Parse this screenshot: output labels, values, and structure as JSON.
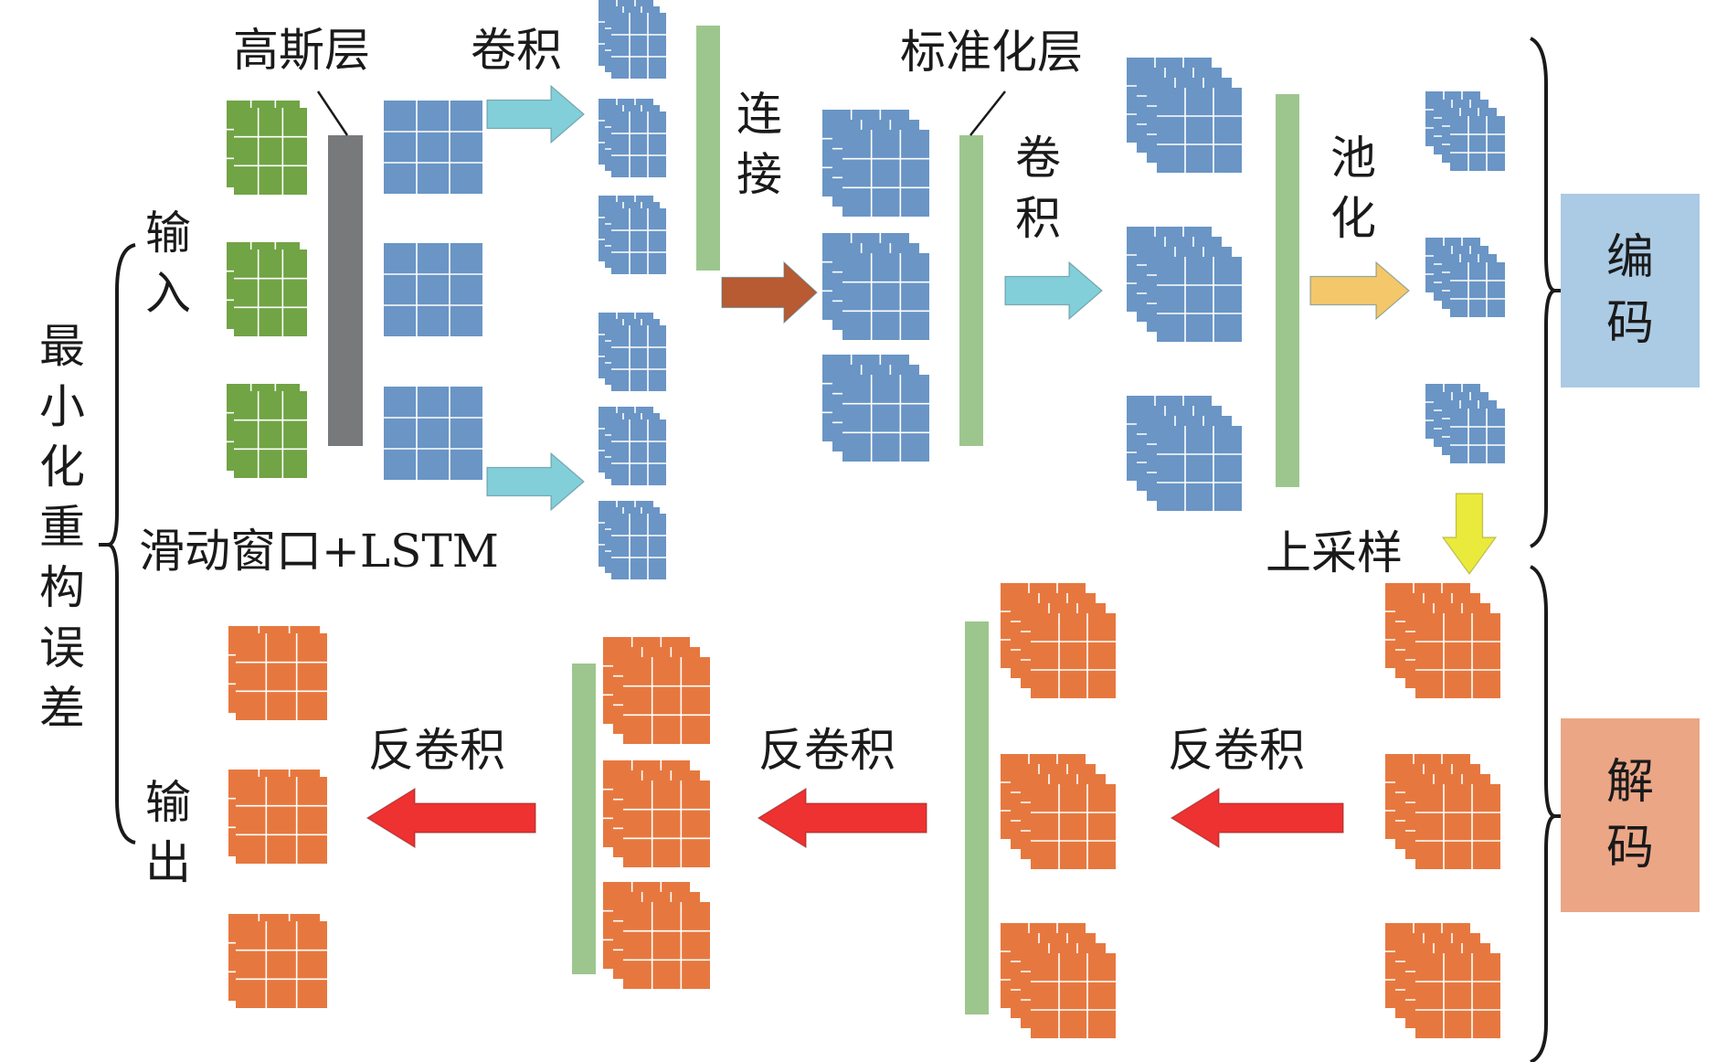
{
  "labels": {
    "gaussian_layer": "高斯层",
    "conv_top": "卷积",
    "concat": "连接",
    "norm_layer": "标准化层",
    "conv_mid": "卷积",
    "pool": "池化",
    "input": "输入",
    "minimize": "最小化重构误差",
    "sliding_lstm": "滑动窗口+LSTM",
    "upsample": "上采样",
    "deconv_1": "反卷积",
    "deconv_2": "反卷积",
    "deconv_3": "反卷积",
    "output": "输出",
    "encode": "编码",
    "decode": "解码"
  },
  "colors": {
    "green": "#70a444",
    "blue": "#6a95c5",
    "orange": "#e6783f",
    "gray_bar": "#78797b",
    "green_bar": "#9dc68e",
    "encode_box": "#abcae4",
    "decode_box": "#eba686",
    "arrow_cyan": "#82cfd9",
    "arrow_brown": "#b85a32",
    "arrow_orange": "#f4c76a",
    "arrow_yellow": "#eaea3c",
    "arrow_red": "#ee3131"
  }
}
